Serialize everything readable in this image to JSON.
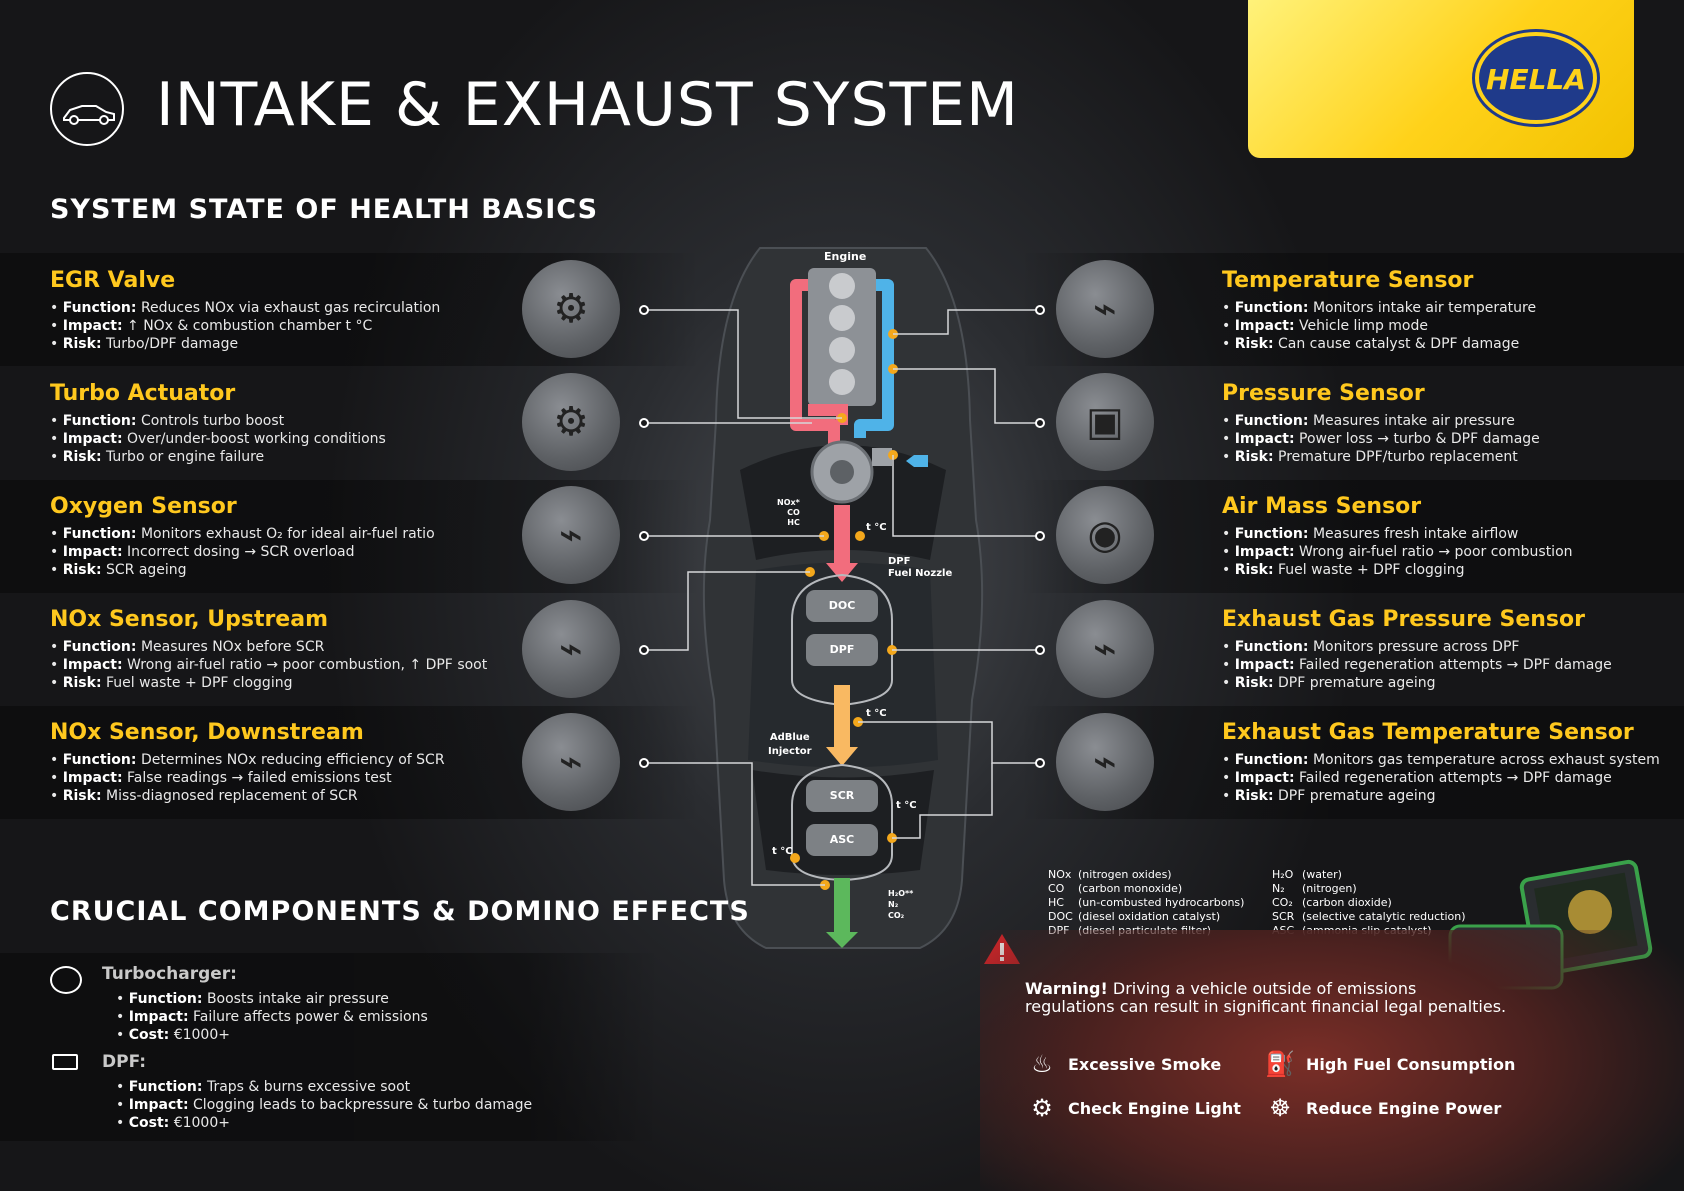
{
  "header": {
    "title": "INTAKE & EXHAUST SYSTEM",
    "brand": "HELLA",
    "section_health": "SYSTEM STATE OF HEALTH BASICS",
    "section_domino": "CRUCIAL COMPONENTS & DOMINO EFFECTS"
  },
  "left_components": [
    {
      "title": "EGR Valve",
      "lines": [
        [
          "Function:",
          " Reduces NOx via exhaust gas recirculation"
        ],
        [
          "Impact:",
          " ↑ NOx & combustion chamber t °C"
        ],
        [
          "Risk:",
          " Turbo/DPF damage"
        ]
      ]
    },
    {
      "title": "Turbo Actuator",
      "lines": [
        [
          "Function:",
          " Controls turbo boost"
        ],
        [
          "Impact:",
          " Over/under-boost working conditions"
        ],
        [
          "Risk:",
          " Turbo or engine failure"
        ]
      ]
    },
    {
      "title": "Oxygen Sensor",
      "lines": [
        [
          "Function:",
          " Monitors exhaust O₂ for ideal air-fuel ratio"
        ],
        [
          "Impact:",
          " Incorrect dosing → SCR overload"
        ],
        [
          "Risk:",
          " SCR ageing"
        ]
      ]
    },
    {
      "title": "NOx Sensor, Upstream",
      "lines": [
        [
          "Function:",
          " Measures NOx before SCR"
        ],
        [
          "Impact:",
          " Wrong air-fuel ratio → poor combustion, ↑ DPF soot"
        ],
        [
          "Risk:",
          " Fuel waste + DPF clogging"
        ]
      ]
    },
    {
      "title": "NOx Sensor, Downstream",
      "lines": [
        [
          "Function:",
          " Determines NOx reducing efficiency of SCR"
        ],
        [
          "Impact:",
          " False readings → failed emissions test"
        ],
        [
          "Risk:",
          " Miss-diagnosed replacement of SCR"
        ]
      ]
    }
  ],
  "right_components": [
    {
      "title": "Temperature Sensor",
      "lines": [
        [
          "Function:",
          " Monitors intake air temperature"
        ],
        [
          "Impact:",
          " Vehicle limp mode"
        ],
        [
          "Risk:",
          " Can cause catalyst & DPF damage"
        ]
      ]
    },
    {
      "title": "Pressure Sensor",
      "lines": [
        [
          "Function:",
          " Measures intake air pressure"
        ],
        [
          "Impact:",
          " Power loss → turbo & DPF damage"
        ],
        [
          "Risk:",
          " Premature DPF/turbo replacement"
        ]
      ]
    },
    {
      "title": "Air Mass Sensor",
      "lines": [
        [
          "Function:",
          " Measures fresh intake airflow"
        ],
        [
          "Impact:",
          " Wrong air-fuel ratio → poor combustion"
        ],
        [
          "Risk:",
          " Fuel waste + DPF clogging"
        ]
      ]
    },
    {
      "title": "Exhaust Gas Pressure Sensor",
      "lines": [
        [
          "Function:",
          " Monitors pressure across DPF"
        ],
        [
          "Impact:",
          " Failed regeneration attempts → DPF damage"
        ],
        [
          "Risk:",
          " DPF premature ageing"
        ]
      ]
    },
    {
      "title": "Exhaust Gas Temperature Sensor",
      "lines": [
        [
          "Function:",
          " Monitors gas temperature across exhaust system"
        ],
        [
          "Impact:",
          " Failed regeneration attempts → DPF damage"
        ],
        [
          "Risk:",
          " DPF premature ageing"
        ]
      ]
    }
  ],
  "diagram": {
    "engine": "Engine",
    "doc": "DOC",
    "dpf": "DPF",
    "scr": "SCR",
    "asc": "ASC",
    "dpf_nozzle": "DPF\nFuel Nozzle",
    "adblue": "AdBlue\nInjector",
    "temp": "t °C",
    "emissions_in": "NOx*\nCO\nHC",
    "emissions_out": "H₂O**\nN₂\nCO₂"
  },
  "legend": {
    "left": [
      [
        "NOx",
        "(nitrogen oxides)"
      ],
      [
        "CO",
        "(carbon monoxide)"
      ],
      [
        "HC",
        "(un-combusted hydrocarbons)"
      ],
      [
        "DOC",
        "(diesel oxidation catalyst)"
      ],
      [
        "DPF",
        "(diesel particulate filter)"
      ]
    ],
    "right": [
      [
        "H₂O",
        "(water)"
      ],
      [
        "N₂",
        "(nitrogen)"
      ],
      [
        "CO₂",
        "(carbon dioxide)"
      ],
      [
        "SCR",
        "(selective catalytic reduction)"
      ],
      [
        "ASC",
        "(ammonia slip catalyst)"
      ]
    ]
  },
  "crucial": [
    {
      "title": "Turbocharger:",
      "lines": [
        [
          "Function:",
          " Boosts intake air pressure"
        ],
        [
          "Impact:",
          " Failure affects power & emissions"
        ],
        [
          "Cost:",
          " €1000+"
        ]
      ]
    },
    {
      "title": "DPF:",
      "lines": [
        [
          "Function:",
          " Traps & burns excessive soot"
        ],
        [
          "Impact:",
          " Clogging leads to backpressure & turbo damage"
        ],
        [
          "Cost:",
          " €1000+"
        ]
      ]
    }
  ],
  "warning": {
    "bold": "Warning!",
    "text1": " Driving a vehicle outside of emissions",
    "text2": "regulations can result in significant financial legal penalties."
  },
  "effects": [
    "Excessive Smoke",
    "High Fuel Consumption",
    "Check Engine Light",
    "Reduce Engine Power"
  ],
  "colors": {
    "accent": "#ffc81e",
    "hot_pipe": "#f26d7d",
    "cold_pipe": "#4fb3e8",
    "dpf_arrow": "#f9b962",
    "clean_arrow": "#5cb85c",
    "warning_red": "#d9262b"
  }
}
